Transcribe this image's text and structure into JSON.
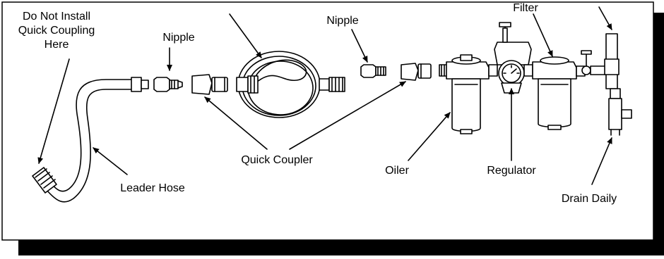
{
  "labels": {
    "do_not_install_1": "Do Not Install",
    "do_not_install_2": "Quick Coupling",
    "do_not_install_3": "Here",
    "nipple_left": "Nipple",
    "nipple_right": "Nipple",
    "quick_coupler": "Quick Coupler",
    "leader_hose": "Leader Hose",
    "oiler": "Oiler",
    "regulator": "Regulator",
    "filter": "Filter",
    "drain_daily": "Drain Daily"
  },
  "colors": {
    "line": "#000000",
    "background": "#ffffff",
    "shadow": "#000000"
  }
}
